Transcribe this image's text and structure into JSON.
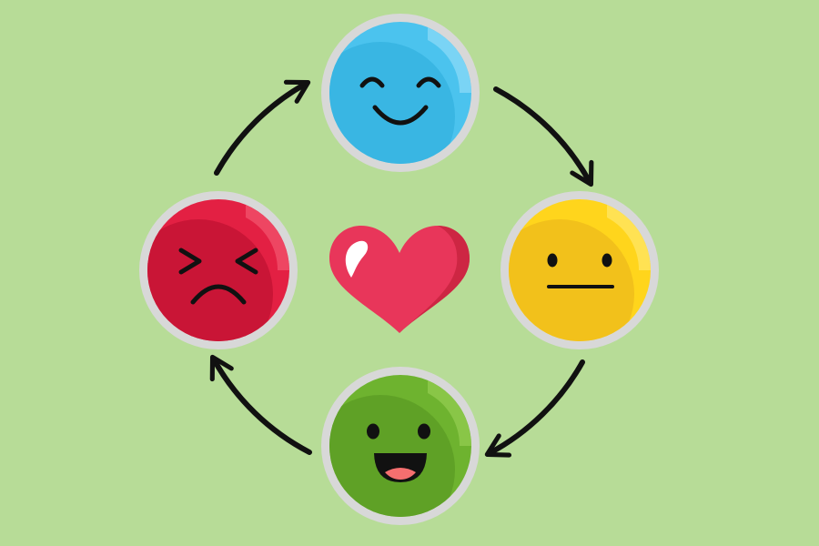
{
  "colors": {
    "background": "#b7dc97",
    "ring": "#d8d8d8",
    "stroke": "#111111",
    "happy": "#4bc3ee",
    "happy_shade": "#39b6e3",
    "happy_shine": "#7fd6f5",
    "neutral": "#ffd51c",
    "neutral_shade": "#f2c11b",
    "neutral_shine": "#ffe35a",
    "laughing": "#6eb32f",
    "laughing_shade": "#5fa126",
    "laughing_shine": "#8cc84a",
    "laughing_tongue": "#f46f6f",
    "angry": "#e32043",
    "angry_shade": "#c91536",
    "angry_shine": "#ee4a66",
    "heart": "#e8365a",
    "heart_shade": "#c8233f",
    "heart_shine": "#ffffff"
  },
  "diagram": {
    "type": "cycle",
    "nodes": [
      {
        "id": "happy",
        "icon": "smiling-face-icon"
      },
      {
        "id": "neutral",
        "icon": "neutral-face-icon"
      },
      {
        "id": "laughing",
        "icon": "laughing-face-icon"
      },
      {
        "id": "angry",
        "icon": "angry-face-icon"
      }
    ],
    "edges": [
      {
        "from": "happy",
        "to": "neutral"
      },
      {
        "from": "neutral",
        "to": "laughing"
      },
      {
        "from": "laughing",
        "to": "angry"
      },
      {
        "from": "angry",
        "to": "happy"
      }
    ],
    "center_icon": "heart-icon"
  }
}
